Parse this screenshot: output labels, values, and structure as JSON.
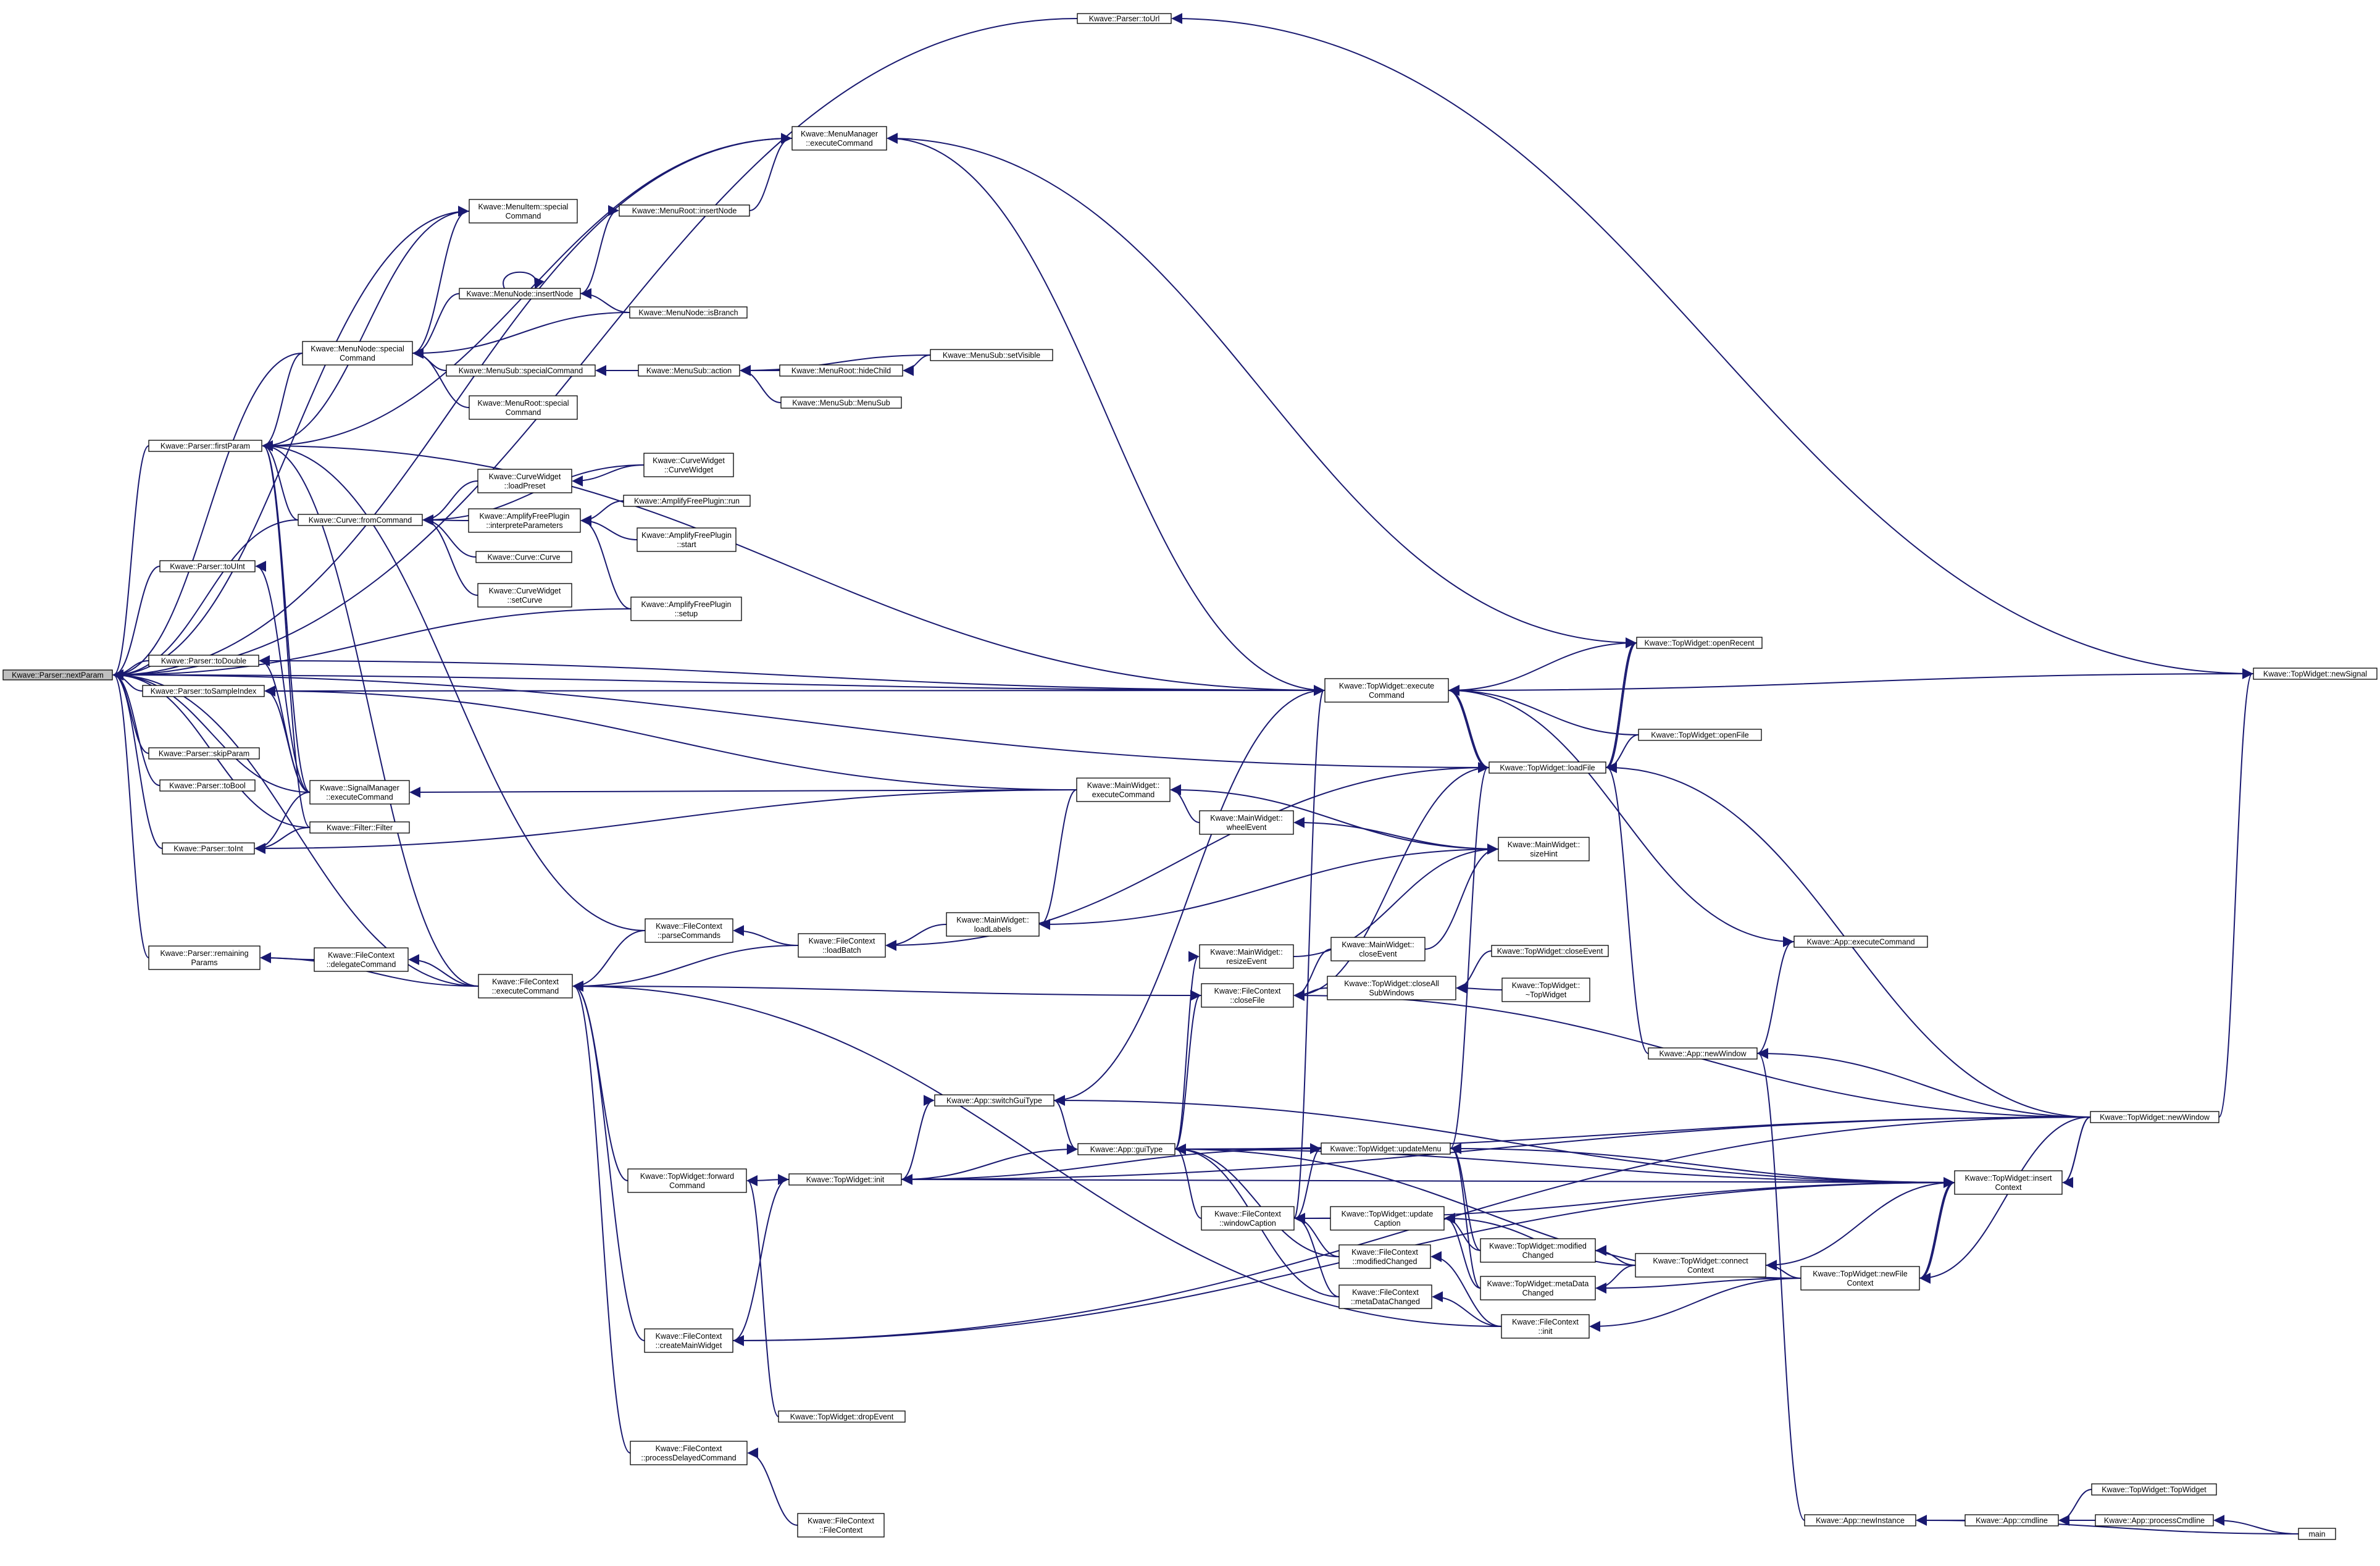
{
  "graph": {
    "type": "call-graph",
    "direction": "right-to-left",
    "edge_color": "#191970",
    "focus_fill": "#bfbfbf",
    "nodes": [
      {
        "id": "nextParam",
        "lines": [
          "Kwave::Parser::nextParam"
        ],
        "focus": true
      },
      {
        "id": "toUrl",
        "lines": [
          "Kwave::Parser::toUrl"
        ]
      },
      {
        "id": "menuMgrExec",
        "lines": [
          "Kwave::MenuManager",
          "::executeCommand"
        ]
      },
      {
        "id": "menuItemSpecial",
        "lines": [
          "Kwave::MenuItem::special",
          "Command"
        ]
      },
      {
        "id": "menuRootInsert",
        "lines": [
          "Kwave::MenuRoot::insertNode"
        ]
      },
      {
        "id": "menuNodeInsert",
        "lines": [
          "Kwave::MenuNode::insertNode"
        ]
      },
      {
        "id": "menuNodeIsBranch",
        "lines": [
          "Kwave::MenuNode::isBranch"
        ]
      },
      {
        "id": "menuNodeSpecial",
        "lines": [
          "Kwave::MenuNode::special",
          "Command"
        ]
      },
      {
        "id": "menuSubSpecial",
        "lines": [
          "Kwave::MenuSub::specialCommand"
        ]
      },
      {
        "id": "menuSubAction",
        "lines": [
          "Kwave::MenuSub::action"
        ]
      },
      {
        "id": "menuRootHide",
        "lines": [
          "Kwave::MenuRoot::hideChild"
        ]
      },
      {
        "id": "menuSubSetVisible",
        "lines": [
          "Kwave::MenuSub::setVisible"
        ]
      },
      {
        "id": "menuSubMenuSub",
        "lines": [
          "Kwave::MenuSub::MenuSub"
        ]
      },
      {
        "id": "menuRootSpecial",
        "lines": [
          "Kwave::MenuRoot::special",
          "Command"
        ]
      },
      {
        "id": "firstParam",
        "lines": [
          "Kwave::Parser::firstParam"
        ]
      },
      {
        "id": "curveWidgetLoad",
        "lines": [
          "Kwave::CurveWidget",
          "::loadPreset"
        ]
      },
      {
        "id": "curveWidgetCtor",
        "lines": [
          "Kwave::CurveWidget",
          "::CurveWidget"
        ]
      },
      {
        "id": "ampRun",
        "lines": [
          "Kwave::AmplifyFreePlugin::run"
        ]
      },
      {
        "id": "ampInterprete",
        "lines": [
          "Kwave::AmplifyFreePlugin",
          "::interpreteParameters"
        ]
      },
      {
        "id": "ampStart",
        "lines": [
          "Kwave::AmplifyFreePlugin",
          "::start"
        ]
      },
      {
        "id": "curveFrom",
        "lines": [
          "Kwave::Curve::fromCommand"
        ]
      },
      {
        "id": "curveCurve",
        "lines": [
          "Kwave::Curve::Curve"
        ]
      },
      {
        "id": "curveWidgetSet",
        "lines": [
          "Kwave::CurveWidget",
          "::setCurve"
        ]
      },
      {
        "id": "ampSetup",
        "lines": [
          "Kwave::AmplifyFreePlugin",
          "::setup"
        ]
      },
      {
        "id": "toUInt",
        "lines": [
          "Kwave::Parser::toUInt"
        ]
      },
      {
        "id": "toDouble",
        "lines": [
          "Kwave::Parser::toDouble"
        ]
      },
      {
        "id": "toSampleIndex",
        "lines": [
          "Kwave::Parser::toSampleIndex"
        ]
      },
      {
        "id": "skipParam",
        "lines": [
          "Kwave::Parser::skipParam"
        ]
      },
      {
        "id": "toBool",
        "lines": [
          "Kwave::Parser::toBool"
        ]
      },
      {
        "id": "sigMgrExec",
        "lines": [
          "Kwave::SignalManager",
          "::executeCommand"
        ]
      },
      {
        "id": "filterFilter",
        "lines": [
          "Kwave::Filter::Filter"
        ]
      },
      {
        "id": "toInt",
        "lines": [
          "Kwave::Parser::toInt"
        ]
      },
      {
        "id": "remainingParams",
        "lines": [
          "Kwave::Parser::remaining",
          "Params"
        ]
      },
      {
        "id": "fcDelegate",
        "lines": [
          "Kwave::FileContext",
          "::delegateCommand"
        ]
      },
      {
        "id": "fcParse",
        "lines": [
          "Kwave::FileContext",
          "::parseCommands"
        ]
      },
      {
        "id": "fcExec",
        "lines": [
          "Kwave::FileContext",
          "::executeCommand"
        ]
      },
      {
        "id": "fcLoadBatch",
        "lines": [
          "Kwave::FileContext",
          "::loadBatch"
        ]
      },
      {
        "id": "mwLoadLabels",
        "lines": [
          "Kwave::MainWidget::",
          "loadLabels"
        ]
      },
      {
        "id": "mwExec",
        "lines": [
          "Kwave::MainWidget::",
          "executeCommand"
        ]
      },
      {
        "id": "mwWheel",
        "lines": [
          "Kwave::MainWidget::",
          "wheelEvent"
        ]
      },
      {
        "id": "mwResize",
        "lines": [
          "Kwave::MainWidget::",
          "resizeEvent"
        ]
      },
      {
        "id": "fcCloseFile",
        "lines": [
          "Kwave::FileContext",
          "::closeFile"
        ]
      },
      {
        "id": "mwCloseEvent",
        "lines": [
          "Kwave::MainWidget::",
          "closeEvent"
        ]
      },
      {
        "id": "twCloseAll",
        "lines": [
          "Kwave::TopWidget::closeAll",
          "SubWindows"
        ]
      },
      {
        "id": "twCloseEvent",
        "lines": [
          "Kwave::TopWidget::closeEvent"
        ]
      },
      {
        "id": "twDtor",
        "lines": [
          "Kwave::TopWidget::",
          "~TopWidget"
        ]
      },
      {
        "id": "mwSizeHint",
        "lines": [
          "Kwave::MainWidget::",
          "sizeHint"
        ]
      },
      {
        "id": "twExec",
        "lines": [
          "Kwave::TopWidget::execute",
          "Command"
        ]
      },
      {
        "id": "twOpenRecent",
        "lines": [
          "Kwave::TopWidget::openRecent"
        ]
      },
      {
        "id": "twOpenFile",
        "lines": [
          "Kwave::TopWidget::openFile"
        ]
      },
      {
        "id": "twLoadFile",
        "lines": [
          "Kwave::TopWidget::loadFile"
        ]
      },
      {
        "id": "twNewSignal",
        "lines": [
          "Kwave::TopWidget::newSignal"
        ]
      },
      {
        "id": "appExec",
        "lines": [
          "Kwave::App::executeCommand"
        ]
      },
      {
        "id": "appNewWindow",
        "lines": [
          "Kwave::App::newWindow"
        ]
      },
      {
        "id": "twNewWindow",
        "lines": [
          "Kwave::TopWidget::newWindow"
        ]
      },
      {
        "id": "appSwitchGui",
        "lines": [
          "Kwave::App::switchGuiType"
        ]
      },
      {
        "id": "appGuiType",
        "lines": [
          "Kwave::App::guiType"
        ]
      },
      {
        "id": "twUpdateMenu",
        "lines": [
          "Kwave::TopWidget::updateMenu"
        ]
      },
      {
        "id": "twInsertContext",
        "lines": [
          "Kwave::TopWidget::insert",
          "Context"
        ]
      },
      {
        "id": "twForward",
        "lines": [
          "Kwave::TopWidget::forward",
          "Command"
        ]
      },
      {
        "id": "twInit",
        "lines": [
          "Kwave::TopWidget::init"
        ]
      },
      {
        "id": "fcWindowCaption",
        "lines": [
          "Kwave::FileContext",
          "::windowCaption"
        ]
      },
      {
        "id": "twUpdateCaption",
        "lines": [
          "Kwave::TopWidget::update",
          "Caption"
        ]
      },
      {
        "id": "twModifiedChanged",
        "lines": [
          "Kwave::TopWidget::modified",
          "Changed"
        ]
      },
      {
        "id": "fcModifiedChanged",
        "lines": [
          "Kwave::FileContext",
          "::modifiedChanged"
        ]
      },
      {
        "id": "twConnectContext",
        "lines": [
          "Kwave::TopWidget::connect",
          "Context"
        ]
      },
      {
        "id": "twMetaData",
        "lines": [
          "Kwave::TopWidget::metaData",
          "Changed"
        ]
      },
      {
        "id": "twNewFileContext",
        "lines": [
          "Kwave::TopWidget::newFile",
          "Context"
        ]
      },
      {
        "id": "fcMetaData",
        "lines": [
          "Kwave::FileContext",
          "::metaDataChanged"
        ]
      },
      {
        "id": "fcInit",
        "lines": [
          "Kwave::FileContext",
          "::init"
        ]
      },
      {
        "id": "fcCreateMain",
        "lines": [
          "Kwave::FileContext",
          "::createMainWidget"
        ]
      },
      {
        "id": "twDrop",
        "lines": [
          "Kwave::TopWidget::dropEvent"
        ]
      },
      {
        "id": "fcProcessDelayed",
        "lines": [
          "Kwave::FileContext",
          "::processDelayedCommand"
        ]
      },
      {
        "id": "fcCtor",
        "lines": [
          "Kwave::FileContext",
          "::FileContext"
        ]
      },
      {
        "id": "twTopWidget",
        "lines": [
          "Kwave::TopWidget::TopWidget"
        ]
      },
      {
        "id": "appNewInstance",
        "lines": [
          "Kwave::App::newInstance"
        ]
      },
      {
        "id": "appCmdline",
        "lines": [
          "Kwave::App::cmdline"
        ]
      },
      {
        "id": "appProcessCmdline",
        "lines": [
          "Kwave::App::processCmdline"
        ]
      },
      {
        "id": "main",
        "lines": [
          "main"
        ]
      }
    ],
    "edges": [
      [
        "toUrl",
        "nextParam"
      ],
      [
        "twNewSignal",
        "toUrl"
      ],
      [
        "menuMgrExec",
        "nextParam"
      ],
      [
        "twExec",
        "menuMgrExec"
      ],
      [
        "twOpenRecent",
        "menuMgrExec"
      ],
      [
        "menuRootInsert",
        "menuMgrExec"
      ],
      [
        "menuItemSpecial",
        "nextParam"
      ],
      [
        "menuNodeSpecial",
        "menuItemSpecial"
      ],
      [
        "menuNodeInsert",
        "menuRootInsert"
      ],
      [
        "menuNodeInsert",
        "menuNodeInsert"
      ],
      [
        "menuNodeIsBranch",
        "menuNodeInsert"
      ],
      [
        "menuNodeInsert",
        "menuNodeSpecial"
      ],
      [
        "menuNodeIsBranch",
        "menuNodeSpecial"
      ],
      [
        "menuSubSpecial",
        "menuNodeSpecial"
      ],
      [
        "menuRootSpecial",
        "menuNodeSpecial"
      ],
      [
        "menuSubAction",
        "menuSubSpecial"
      ],
      [
        "menuRootHide",
        "menuSubAction"
      ],
      [
        "menuSubSetVisible",
        "menuRootHide"
      ],
      [
        "menuSubSetVisible",
        "menuSubAction"
      ],
      [
        "menuSubMenuSub",
        "menuSubAction"
      ],
      [
        "menuNodeSpecial",
        "nextParam"
      ],
      [
        "firstParam",
        "nextParam"
      ],
      [
        "menuMgrExec",
        "firstParam"
      ],
      [
        "menuItemSpecial",
        "firstParam"
      ],
      [
        "menuNodeSpecial",
        "firstParam"
      ],
      [
        "curveFrom",
        "firstParam"
      ],
      [
        "sigMgrExec",
        "firstParam"
      ],
      [
        "filterFilter",
        "firstParam"
      ],
      [
        "fcParse",
        "firstParam"
      ],
      [
        "fcExec",
        "firstParam"
      ],
      [
        "twExec",
        "firstParam"
      ],
      [
        "curveFrom",
        "nextParam"
      ],
      [
        "curveWidgetLoad",
        "curveFrom"
      ],
      [
        "curveWidgetCtor",
        "curveWidgetLoad"
      ],
      [
        "ampInterprete",
        "curveFrom"
      ],
      [
        "ampRun",
        "ampInterprete"
      ],
      [
        "ampStart",
        "ampInterprete"
      ],
      [
        "ampSetup",
        "ampInterprete"
      ],
      [
        "curveCurve",
        "curveFrom"
      ],
      [
        "curveWidgetSet",
        "curveFrom"
      ],
      [
        "curveWidgetCtor",
        "curveFrom"
      ],
      [
        "ampSetup",
        "nextParam"
      ],
      [
        "toUInt",
        "nextParam"
      ],
      [
        "sigMgrExec",
        "toUInt"
      ],
      [
        "toDouble",
        "nextParam"
      ],
      [
        "twExec",
        "toDouble"
      ],
      [
        "sigMgrExec",
        "toDouble"
      ],
      [
        "toSampleIndex",
        "nextParam"
      ],
      [
        "twExec",
        "toSampleIndex"
      ],
      [
        "mwExec",
        "toSampleIndex"
      ],
      [
        "sigMgrExec",
        "toSampleIndex"
      ],
      [
        "skipParam",
        "nextParam"
      ],
      [
        "toBool",
        "nextParam"
      ],
      [
        "sigMgrExec",
        "nextParam"
      ],
      [
        "mwExec",
        "sigMgrExec"
      ],
      [
        "filterFilter",
        "nextParam"
      ],
      [
        "toInt",
        "nextParam"
      ],
      [
        "sigMgrExec",
        "toInt"
      ],
      [
        "filterFilter",
        "toInt"
      ],
      [
        "mwExec",
        "toInt"
      ],
      [
        "twLoadFile",
        "nextParam"
      ],
      [
        "remainingParams",
        "nextParam"
      ],
      [
        "fcDelegate",
        "remainingParams"
      ],
      [
        "fcExec",
        "remainingParams"
      ],
      [
        "fcExec",
        "fcDelegate"
      ],
      [
        "fcExec",
        "nextParam"
      ],
      [
        "fcParse",
        "fcExec"
      ],
      [
        "fcLoadBatch",
        "fcParse"
      ],
      [
        "fcLoadBatch",
        "fcExec"
      ],
      [
        "mwLoadLabels",
        "fcLoadBatch"
      ],
      [
        "twLoadFile",
        "fcLoadBatch"
      ],
      [
        "mwExec",
        "mwLoadLabels"
      ],
      [
        "mwSizeHint",
        "mwLoadLabels"
      ],
      [
        "mwWheel",
        "mwExec"
      ],
      [
        "mwSizeHint",
        "mwExec"
      ],
      [
        "mwSizeHint",
        "mwWheel"
      ],
      [
        "fcCloseFile",
        "fcExec"
      ],
      [
        "mwResize",
        "mwSizeHint"
      ],
      [
        "mwCloseEvent",
        "mwSizeHint"
      ],
      [
        "mwCloseEvent",
        "fcCloseFile"
      ],
      [
        "twCloseAll",
        "fcCloseFile"
      ],
      [
        "twCloseEvent",
        "twCloseAll"
      ],
      [
        "twDtor",
        "twCloseAll"
      ],
      [
        "twLoadFile",
        "fcCloseFile"
      ],
      [
        "twNewWindow",
        "fcCloseFile"
      ],
      [
        "appGuiType",
        "fcCloseFile"
      ],
      [
        "appGuiType",
        "mwResize"
      ],
      [
        "twExec",
        "nextParam"
      ],
      [
        "twOpenRecent",
        "twExec"
      ],
      [
        "twOpenFile",
        "twExec"
      ],
      [
        "twLoadFile",
        "twExec"
      ],
      [
        "twNewSignal",
        "twExec"
      ],
      [
        "appExec",
        "twExec"
      ],
      [
        "appSwitchGui",
        "twExec"
      ],
      [
        "fcWindowCaption",
        "twExec"
      ],
      [
        "twExec",
        "twLoadFile"
      ],
      [
        "twOpenFile",
        "twLoadFile"
      ],
      [
        "twOpenRecent",
        "twLoadFile"
      ],
      [
        "twLoadFile",
        "twOpenRecent"
      ],
      [
        "appNewWindow",
        "twLoadFile"
      ],
      [
        "twNewWindow",
        "twLoadFile"
      ],
      [
        "twUpdateMenu",
        "twLoadFile"
      ],
      [
        "appNewWindow",
        "appExec"
      ],
      [
        "twNewWindow",
        "appNewWindow"
      ],
      [
        "appNewInstance",
        "appNewWindow"
      ],
      [
        "twNewWindow",
        "twNewSignal"
      ],
      [
        "appSwitchGui",
        "appGuiType"
      ],
      [
        "twInsertContext",
        "appSwitchGui"
      ],
      [
        "twInit",
        "appSwitchGui"
      ],
      [
        "twUpdateMenu",
        "appGuiType"
      ],
      [
        "twInsertContext",
        "appGuiType"
      ],
      [
        "twInit",
        "appGuiType"
      ],
      [
        "fcWindowCaption",
        "appGuiType"
      ],
      [
        "fcModifiedChanged",
        "appGuiType"
      ],
      [
        "fcMetaData",
        "appGuiType"
      ],
      [
        "twNewWindow",
        "appGuiType"
      ],
      [
        "twNewFileContext",
        "appGuiType"
      ],
      [
        "twInsertContext",
        "twUpdateMenu"
      ],
      [
        "twModifiedChanged",
        "twUpdateMenu"
      ],
      [
        "twMetaData",
        "twUpdateMenu"
      ],
      [
        "twInit",
        "twUpdateMenu"
      ],
      [
        "twNewFileContext",
        "twInsertContext"
      ],
      [
        "twConnectContext",
        "twInsertContext"
      ],
      [
        "twNewWindow",
        "twInsertContext"
      ],
      [
        "twForward",
        "fcExec"
      ],
      [
        "twInit",
        "twForward"
      ],
      [
        "twDrop",
        "twForward"
      ],
      [
        "twInsertContext",
        "twInit"
      ],
      [
        "twNewWindow",
        "twInit"
      ],
      [
        "fcCreateMain",
        "twInit"
      ],
      [
        "twUpdateCaption",
        "fcWindowCaption"
      ],
      [
        "twInsertContext",
        "fcWindowCaption"
      ],
      [
        "fcModifiedChanged",
        "fcWindowCaption"
      ],
      [
        "fcMetaData",
        "fcWindowCaption"
      ],
      [
        "twUpdateMenu",
        "fcWindowCaption"
      ],
      [
        "twModifiedChanged",
        "twUpdateCaption"
      ],
      [
        "twMetaData",
        "twUpdateCaption"
      ],
      [
        "twConnectContext",
        "twUpdateCaption"
      ],
      [
        "twConnectContext",
        "twModifiedChanged"
      ],
      [
        "twConnectContext",
        "twMetaData"
      ],
      [
        "twNewFileContext",
        "twConnectContext"
      ],
      [
        "fcInit",
        "fcModifiedChanged"
      ],
      [
        "fcInit",
        "fcMetaData"
      ],
      [
        "twNewFileContext",
        "fcInit"
      ],
      [
        "twNewFileContext",
        "twMetaData"
      ],
      [
        "twNewWindow",
        "twNewFileContext"
      ],
      [
        "twInsertContext",
        "twNewFileContext"
      ],
      [
        "fcCreateMain",
        "fcExec"
      ],
      [
        "twNewWindow",
        "fcCreateMain"
      ],
      [
        "twInsertContext",
        "fcCreateMain"
      ],
      [
        "fcProcessDelayed",
        "fcExec"
      ],
      [
        "fcCtor",
        "fcProcessDelayed"
      ],
      [
        "fcInit",
        "fcExec"
      ],
      [
        "appCmdline",
        "appNewInstance"
      ],
      [
        "main",
        "appNewInstance"
      ],
      [
        "appProcessCmdline",
        "appCmdline"
      ],
      [
        "twTopWidget",
        "appCmdline"
      ],
      [
        "main",
        "appProcessCmdline"
      ],
      [
        "twNewWindow",
        "twInsertContext"
      ]
    ]
  }
}
